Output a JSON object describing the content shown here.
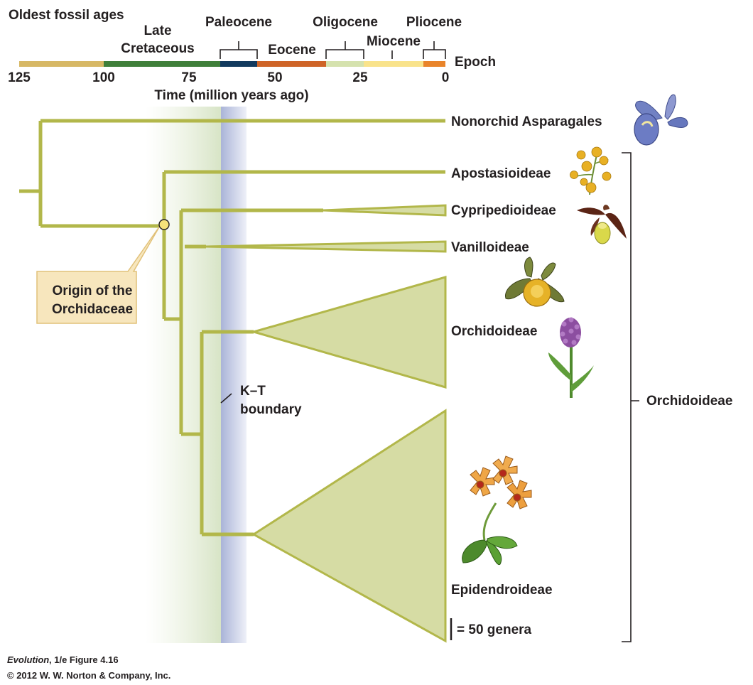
{
  "header": {
    "oldest_fossil_label": "Oldest fossil ages",
    "epoch_label": "Epoch",
    "time_axis_label": "Time (million years ago)",
    "ticks": [
      "125",
      "100",
      "75",
      "50",
      "25",
      "0"
    ],
    "epochs": [
      {
        "line1": "Late",
        "line2": "Cretaceous",
        "color": "#3f7f3a"
      },
      {
        "line1": "Paleocene",
        "color": "#123a5e"
      },
      {
        "line1": "Eocene",
        "color": "#cf6427"
      },
      {
        "line1": "Oligocene",
        "color": "#d5e2ae"
      },
      {
        "line1": "Miocene",
        "color": "#f9e38b"
      },
      {
        "line1": "Pliocene",
        "color": "#e9842a"
      }
    ],
    "pre_cretaceous_color": "#d7b865"
  },
  "tree": {
    "origin_label_line1": "Origin of the",
    "origin_label_line2": "Orchidaceae",
    "kt_label_line1": "K–T",
    "kt_label_line2": "boundary",
    "branch_color": "#b2b74a",
    "wedge_color": "#d6dca4",
    "taxa": [
      {
        "name": "Nonorchid Asparagales",
        "icon": "iris-flower-icon"
      },
      {
        "name": "Apostasioideae",
        "icon": "apostasia-flower-icon"
      },
      {
        "name": "Cypripedioideae",
        "icon": "slipper-orchid-icon"
      },
      {
        "name": "Vanilloideae",
        "icon": "vanilla-orchid-icon"
      },
      {
        "name": "Orchidoideae",
        "icon": "orchis-spike-icon"
      },
      {
        "name": "Epidendroideae",
        "icon": "epidendrum-orchid-icon"
      }
    ],
    "bracket_label": "Orchidoideae",
    "scale_label": "= 50 genera"
  },
  "credit": {
    "book": "Evolution",
    "edition": ", 1/e  Figure 4.16",
    "copyright": "© 2012 W. W. Norton & Company, Inc."
  }
}
